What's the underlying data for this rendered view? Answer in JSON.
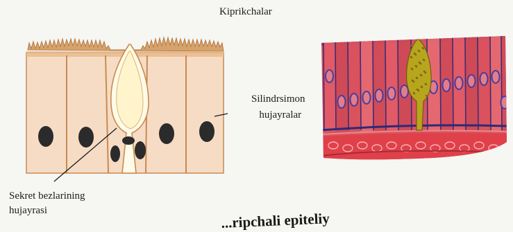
{
  "labels": {
    "cilia": "Kiprikchalar",
    "columnar_line1": "Silindrsimon",
    "columnar_line2": "hujayralar",
    "goblet_line1": "Sekret bezlarining",
    "goblet_line2": "hujayrasi"
  },
  "caption": "...ripchali epiteliy",
  "colors": {
    "background": "#f6f6f3",
    "schematic_cell": "#f6dcc4",
    "schematic_border": "#c98a52",
    "goblet_fill": "#fff8dc",
    "nucleus": "#2a2a2a",
    "stained_cell": "#d9525c",
    "stained_nucleus": "#4a3c9c",
    "goblet_stain": "#b8a51e",
    "tissue_below": "#e0404a"
  }
}
